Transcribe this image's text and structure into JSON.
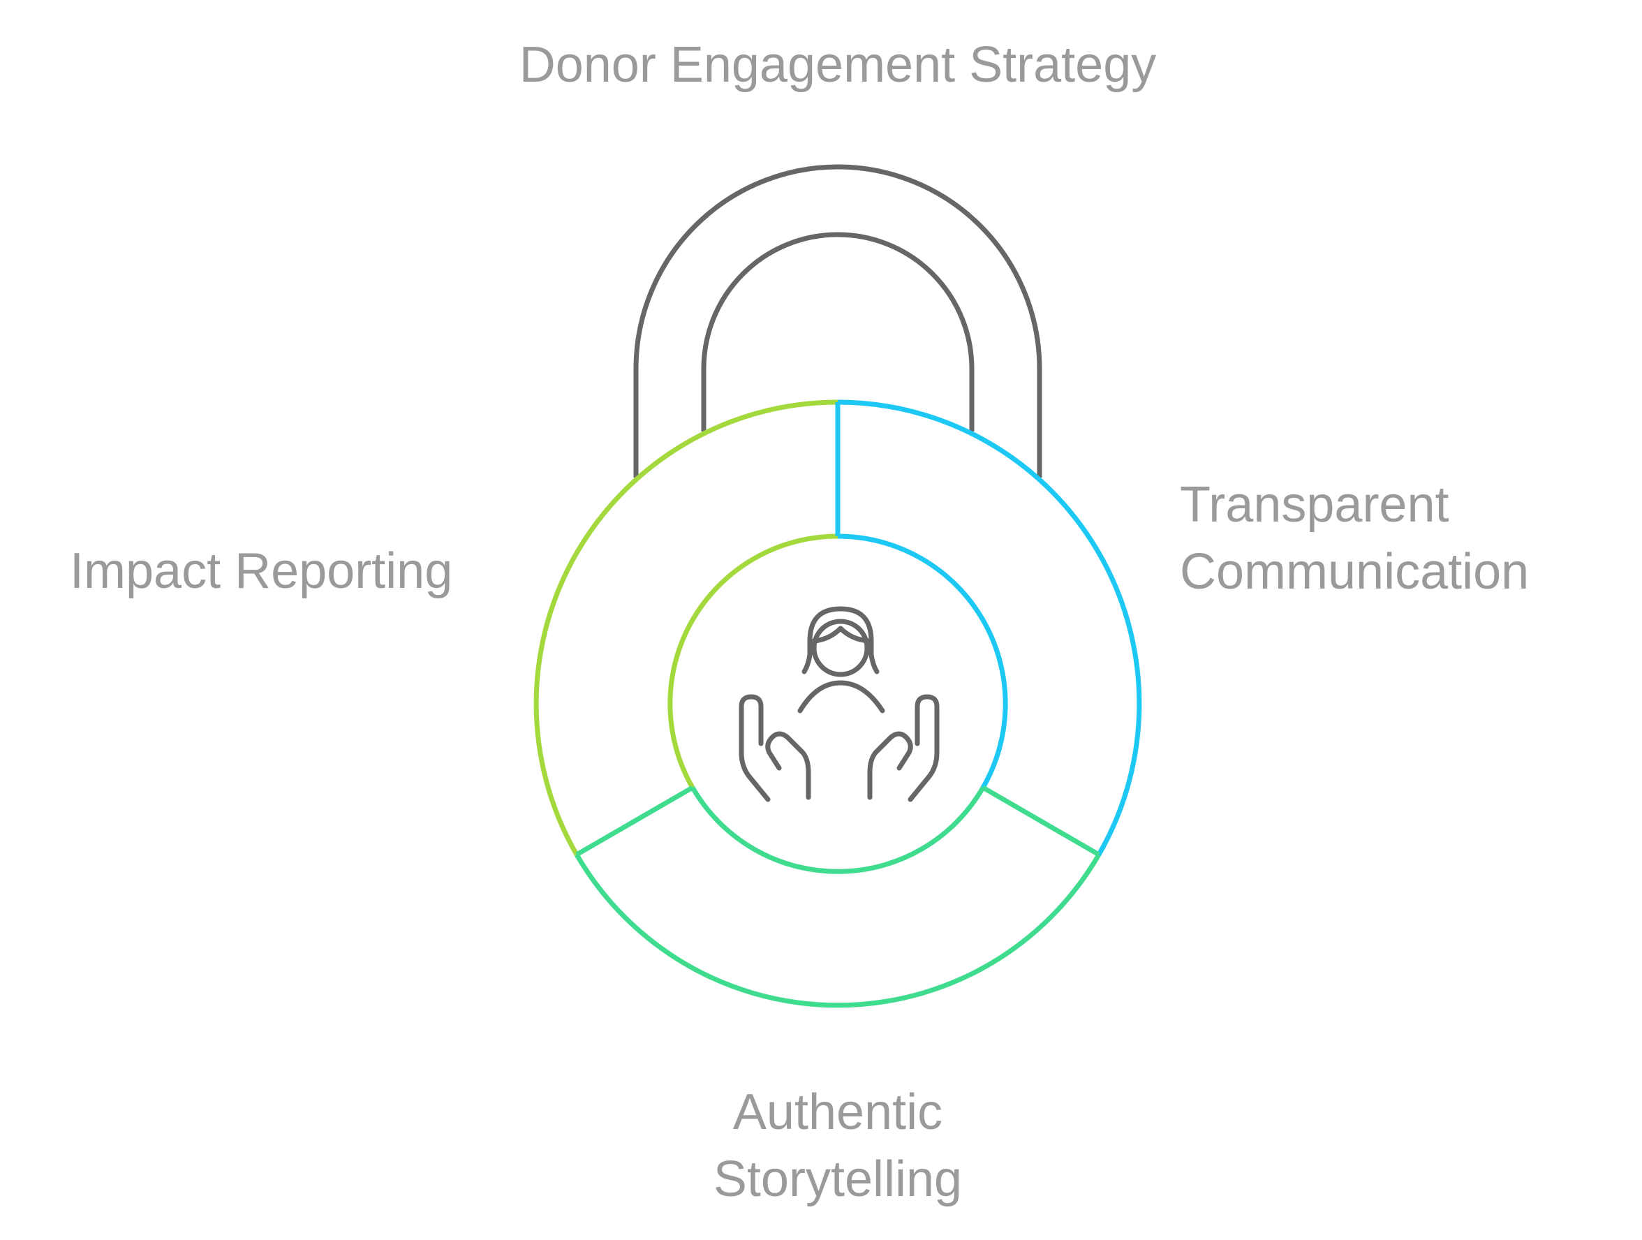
{
  "title": "Donor Engagement Strategy",
  "segments": {
    "impact": {
      "label": "Impact Reporting",
      "color": "#a3d93d"
    },
    "transparent": {
      "line1": "Transparent",
      "line2": "Communication",
      "color": "#1ec8f5"
    },
    "authentic": {
      "line1": "Authentic",
      "line2": "Storytelling",
      "color": "#3fdc8f"
    }
  },
  "shackle_color": "#666666",
  "label_color": "#9a9a9a",
  "center_icon": "person-in-hands-icon"
}
